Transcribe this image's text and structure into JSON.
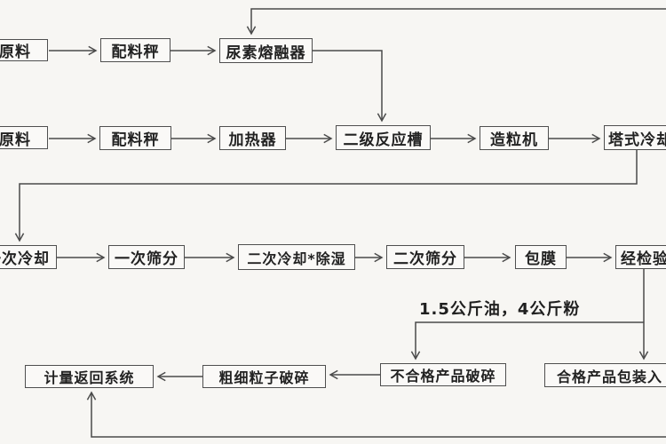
{
  "flowchart": {
    "annotation": "1.5公斤油，4公斤粉",
    "colors": {
      "line": "#4a4a4a",
      "text": "#222222",
      "background": "#f7f6f3"
    },
    "nodes": {
      "raw1": {
        "label": "原料"
      },
      "scale1": {
        "label": "配料秤"
      },
      "melter": {
        "label": "尿素熔融器"
      },
      "raw2": {
        "label": "原料"
      },
      "scale2": {
        "label": "配料秤"
      },
      "heater": {
        "label": "加热器"
      },
      "reactor": {
        "label": "二级反应槽"
      },
      "granulator": {
        "label": "造粒机"
      },
      "tower": {
        "label": "塔式冷却"
      },
      "cooling1": {
        "label": "一次冷却"
      },
      "screen1": {
        "label": "一次筛分"
      },
      "cooling2": {
        "label": "二次冷却*除湿"
      },
      "screen2": {
        "label": "二次筛分"
      },
      "coating": {
        "label": "包膜"
      },
      "inspect": {
        "label": "经检验"
      },
      "qualified": {
        "label": "合格产品包装入"
      },
      "unqual": {
        "label": "不合格产品破碎"
      },
      "crusher": {
        "label": "粗细粒子破碎"
      },
      "return": {
        "label": "计量返回系统"
      }
    }
  }
}
